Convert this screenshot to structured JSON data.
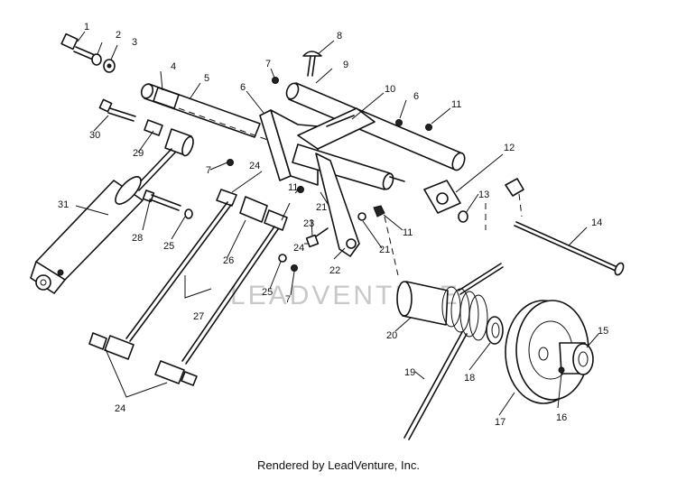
{
  "watermark": "LEADVENTURE",
  "footer": "Rendered by LeadVenture, Inc.",
  "callouts": [
    "1",
    "2",
    "3",
    "4",
    "5",
    "6",
    "7",
    "8",
    "9",
    "10",
    "11",
    "12",
    "13",
    "14",
    "15",
    "16",
    "17",
    "18",
    "19",
    "20",
    "21",
    "22",
    "23",
    "24",
    "25",
    "26",
    "27",
    "28",
    "29",
    "30",
    "31"
  ]
}
